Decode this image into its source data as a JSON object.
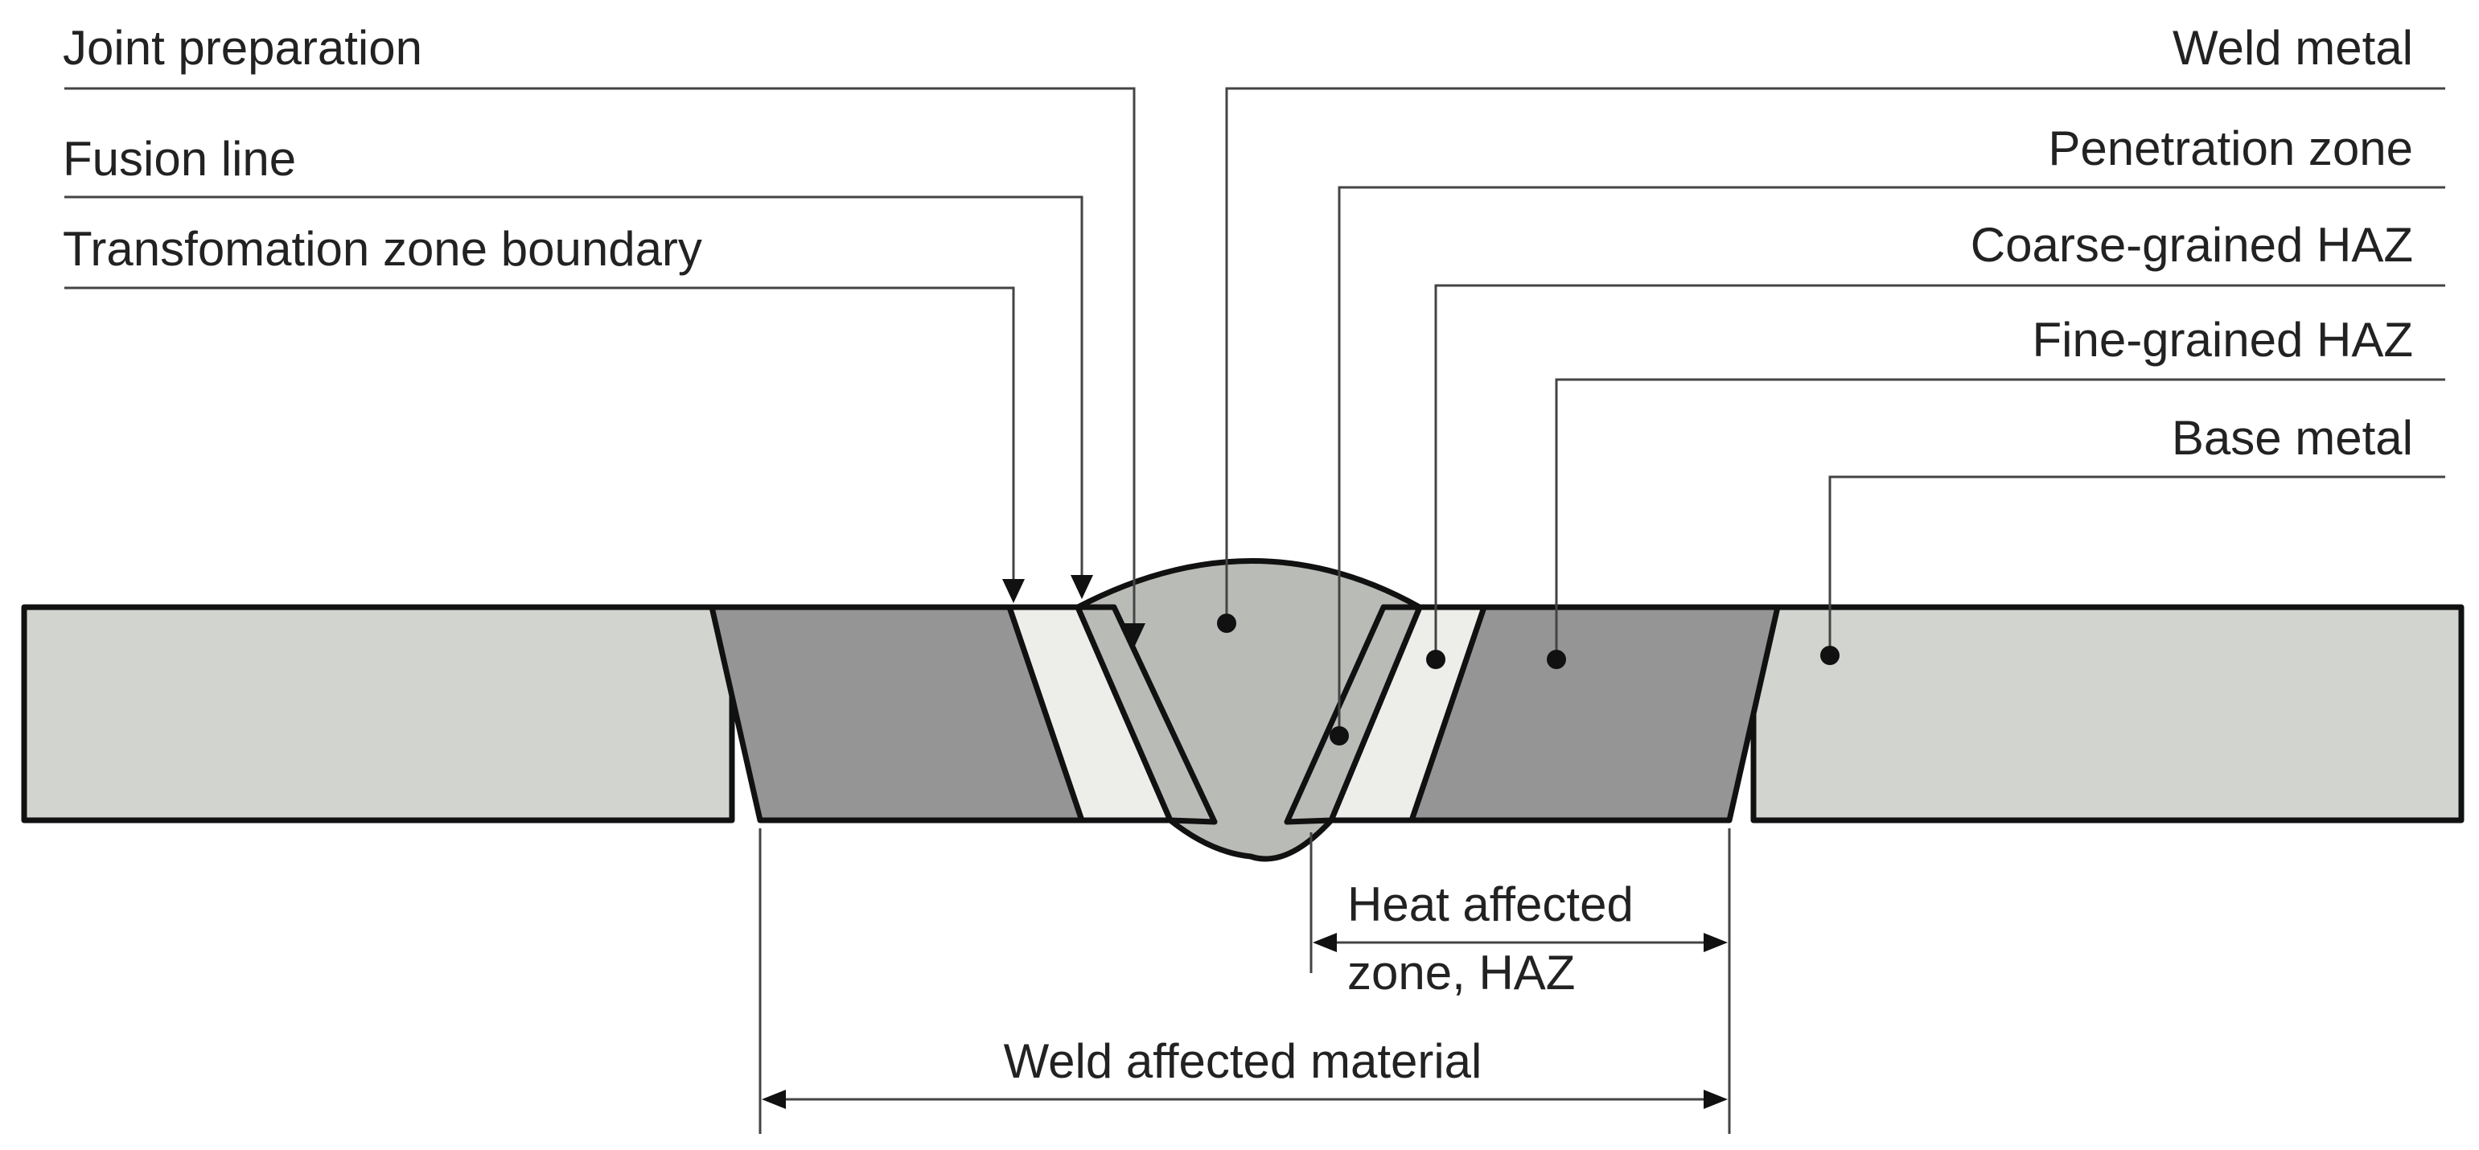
{
  "labels": {
    "joint_preparation": "Joint preparation",
    "fusion_line": "Fusion line",
    "transformation_zone_boundary": "Transfomation zone boundary",
    "weld_metal": "Weld metal",
    "penetration_zone": "Penetration zone",
    "coarse_grained_haz": "Coarse-grained HAZ",
    "fine_grained_haz": "Fine-grained HAZ",
    "base_metal": "Base metal",
    "haz_line1": "Heat affected",
    "haz_line2": "zone, HAZ",
    "weld_affected_material": "Weld affected material"
  },
  "colors": {
    "base_metal": "#d2d4d0",
    "fine_grained_haz": "#959595",
    "coarse_grained_haz": "#edeeea",
    "weld_metal": "#b9bbb7",
    "outline": "#111111",
    "leader": "#444444"
  }
}
